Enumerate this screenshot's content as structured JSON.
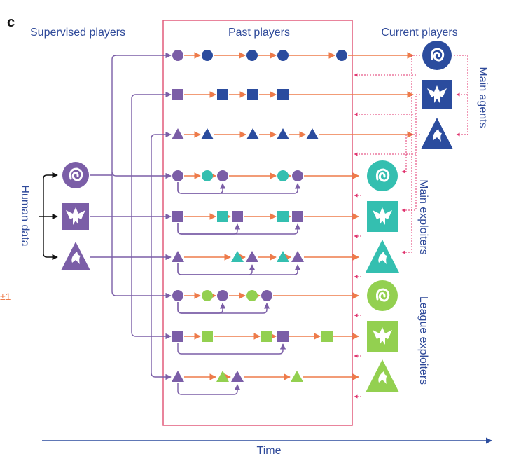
{
  "panel_letter": "c",
  "headers": {
    "supervised": "Supervised players",
    "past": "Past players",
    "current": "Current players"
  },
  "side_labels": {
    "human_data": "Human data",
    "main_agents": "Main agents",
    "main_exploiters": "Main exploiters",
    "league_exploiters": "League exploiters",
    "plus_minus": "±1"
  },
  "time_label": "Time",
  "colors": {
    "supervised": "#7b5ea7",
    "main_agents": "#2b4c9e",
    "main_exploiters": "#34bfb0",
    "league_exploiters": "#93d050",
    "arrow": "#ee7b4a",
    "box": "#e25c7c",
    "dotted": "#e0336e",
    "text": "#2f4a9a"
  },
  "races": [
    "zerg",
    "terran",
    "protoss"
  ],
  "groups": [
    {
      "name": "main_agents",
      "color_key": "main_agents",
      "style": "chain",
      "rows": [
        {
          "race": "zerg",
          "shape": "circle",
          "snapshots": [
            296,
            360,
            404,
            488
          ]
        },
        {
          "race": "terran",
          "shape": "square",
          "snapshots": [
            318,
            361,
            404
          ]
        },
        {
          "race": "protoss",
          "shape": "triangle",
          "snapshots": [
            296,
            361,
            404,
            446
          ]
        }
      ]
    },
    {
      "name": "main_exploiters",
      "color_key": "main_exploiters",
      "style": "reset",
      "rows": [
        {
          "race": "zerg",
          "shape": "circle",
          "pairs": [
            [
              296,
              318
            ],
            [
              404,
              425
            ]
          ]
        },
        {
          "race": "terran",
          "shape": "square",
          "pairs": [
            [
              318,
              339
            ],
            [
              404,
              425
            ]
          ]
        },
        {
          "race": "protoss",
          "shape": "triangle",
          "pairs": [
            [
              339,
              360
            ],
            [
              404,
              425
            ]
          ]
        }
      ]
    },
    {
      "name": "league_exploiters",
      "color_key": "league_exploiters",
      "style": "reset",
      "rows": [
        {
          "race": "zerg",
          "shape": "circle",
          "pairs": [
            [
              296,
              318
            ],
            [
              360,
              381
            ]
          ]
        },
        {
          "race": "terran",
          "shape": "square",
          "pairs": [
            [
              296,
              381,
              404
            ],
            [
              467
            ]
          ]
        },
        {
          "race": "protoss",
          "shape": "triangle",
          "pairs": [
            [
              318,
              339
            ],
            [
              424
            ]
          ]
        }
      ]
    }
  ]
}
